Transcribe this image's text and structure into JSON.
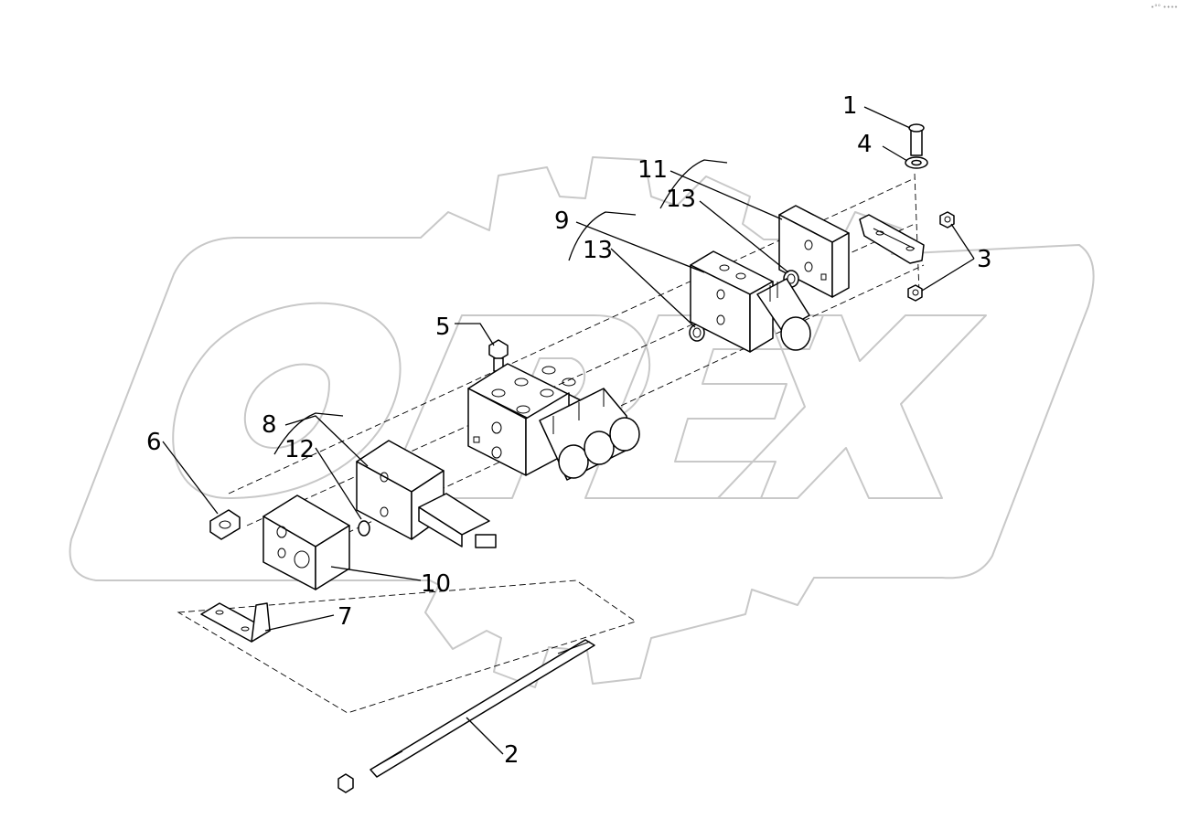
{
  "watermark": {
    "text": "OPEX",
    "color": "#c8c8c8"
  },
  "corner_mark": "•°°  ••••",
  "callouts": [
    {
      "id": "1",
      "label": "1"
    },
    {
      "id": "2",
      "label": "2"
    },
    {
      "id": "3",
      "label": "3"
    },
    {
      "id": "4",
      "label": "4"
    },
    {
      "id": "5",
      "label": "5"
    },
    {
      "id": "6",
      "label": "6"
    },
    {
      "id": "7",
      "label": "7"
    },
    {
      "id": "8",
      "label": "8"
    },
    {
      "id": "9",
      "label": "9"
    },
    {
      "id": "10",
      "label": "10"
    },
    {
      "id": "11",
      "label": "11"
    },
    {
      "id": "12",
      "label": "12"
    },
    {
      "id": "13a",
      "label": "13"
    },
    {
      "id": "13b",
      "label": "13"
    }
  ]
}
